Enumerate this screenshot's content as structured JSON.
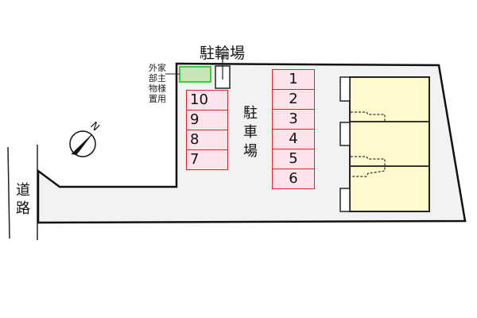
{
  "labels": {
    "bicycle_parking": "駐輪場",
    "parking": [
      "駐",
      "車",
      "場"
    ],
    "road": [
      "道",
      "路"
    ],
    "storage_lines": [
      "外家",
      "部主",
      "物様",
      "置用"
    ],
    "compass_north": "N"
  },
  "parking_slots_right": [
    "1",
    "2",
    "3",
    "4",
    "5",
    "6"
  ],
  "parking_slots_left": [
    "10",
    "9",
    "8",
    "7"
  ],
  "colors": {
    "lot": "#f2f2f2",
    "building": "#fffacd",
    "parking_fill": "#fde4ea",
    "parking_border": "#e8202a",
    "storage": "#c8e6b8",
    "storage_border": "#3ccc3c"
  }
}
